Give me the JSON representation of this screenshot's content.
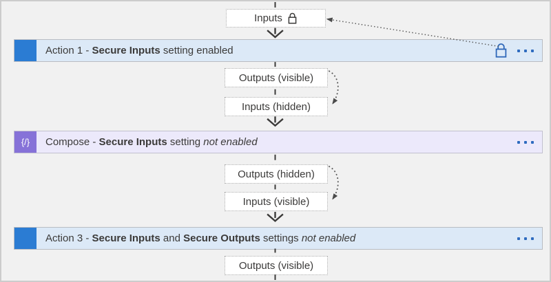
{
  "colors": {
    "canvas_bg": "#f1f1f1",
    "canvas_border": "#cccccc",
    "action_tile_blue": "#2b7cd3",
    "action_bar_bg": "#dce9f7",
    "compose_tile_purple": "#8672d8",
    "compose_bar_bg": "#ece9fb",
    "accent_blue": "#2e6bbf",
    "text": "#3b3a39",
    "connector_dark": "#3b3a39",
    "dotted_arrow_gray": "#5a5a5a"
  },
  "nodes": {
    "inputs_top": {
      "label": "Inputs",
      "icon": "lock-icon"
    },
    "action1": {
      "segments": {
        "prefix": "Action 1 - ",
        "bold": "Secure Inputs",
        "suffix": " setting enabled"
      },
      "right_icons": [
        "lock-icon",
        "ellipsis-icon"
      ]
    },
    "outputs_visible_1": {
      "label": "Outputs (visible)"
    },
    "inputs_hidden": {
      "label": "Inputs (hidden)"
    },
    "compose": {
      "glyph": "{/}",
      "segments": {
        "prefix": "Compose - ",
        "bold": "Secure Inputs",
        "mid": " setting ",
        "italic": "not enabled"
      },
      "right_icons": [
        "ellipsis-icon"
      ]
    },
    "outputs_hidden": {
      "label": "Outputs (hidden)"
    },
    "inputs_visible": {
      "label": "Inputs (visible)"
    },
    "action3": {
      "segments": {
        "prefix": "Action 3 - ",
        "bold1": "Secure Inputs",
        "mid1": " and ",
        "bold2": "Secure Outputs",
        "mid2": " settings ",
        "italic": "not enabled"
      },
      "right_icons": [
        "ellipsis-icon"
      ]
    },
    "outputs_visible_2": {
      "label": "Outputs (visible)"
    }
  }
}
